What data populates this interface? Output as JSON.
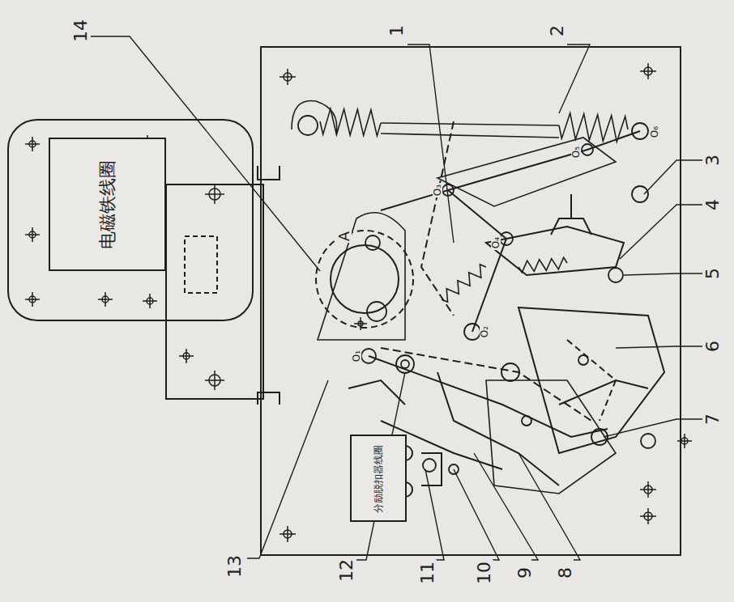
{
  "diagram": {
    "nodes": [
      {
        "text": [
          "电磁铁线圈"
        ]
      },
      {
        "text": [
          "分励脱扣器线圈"
        ]
      }
    ],
    "labels": [
      "14",
      "1",
      "2",
      "3",
      "4",
      "5",
      "6",
      "7",
      "13",
      "12",
      "11",
      "10",
      "9",
      "8",
      "A",
      "O₁",
      "O₂",
      "O₃",
      "O₄",
      "O₅",
      "O₆"
    ]
  }
}
